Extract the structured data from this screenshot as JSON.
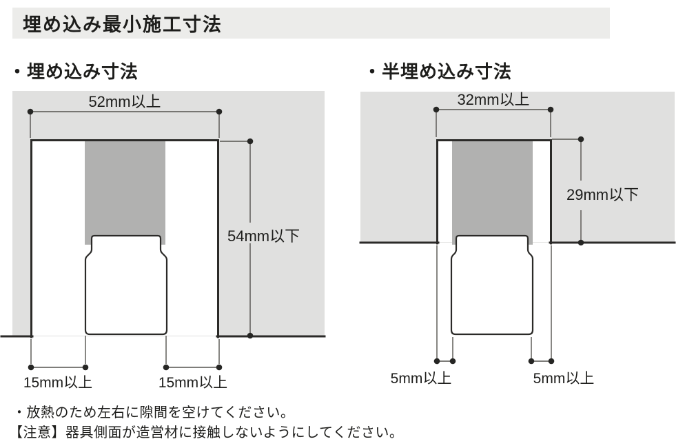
{
  "header": {
    "title": "埋め込み最小施工寸法"
  },
  "diagrams": {
    "recessed": {
      "subtitle": "・埋め込み寸法",
      "width_min": "52mm以上",
      "depth_max": "54mm以下",
      "gap_left_min": "15mm以上",
      "gap_right_min": "15mm以上"
    },
    "semi_recessed": {
      "subtitle": "・半埋め込み寸法",
      "width_min": "32mm以上",
      "depth_max": "29mm以下",
      "gap_left_min": "5mm以上",
      "gap_right_min": "5mm以上"
    }
  },
  "notes": [
    "・放熱のため左右に隙間を空けてください。",
    "【注意】器具側面が造営材に接触しないようにしてください。"
  ],
  "colors": {
    "title_bar_bg": "#ececea",
    "ceiling_material": "#e0e0df",
    "fixture_heatsink": "#b1b1b0",
    "outline": "#2b2a28",
    "dimension_line": "#54524e",
    "text": "#1d1d1b"
  }
}
